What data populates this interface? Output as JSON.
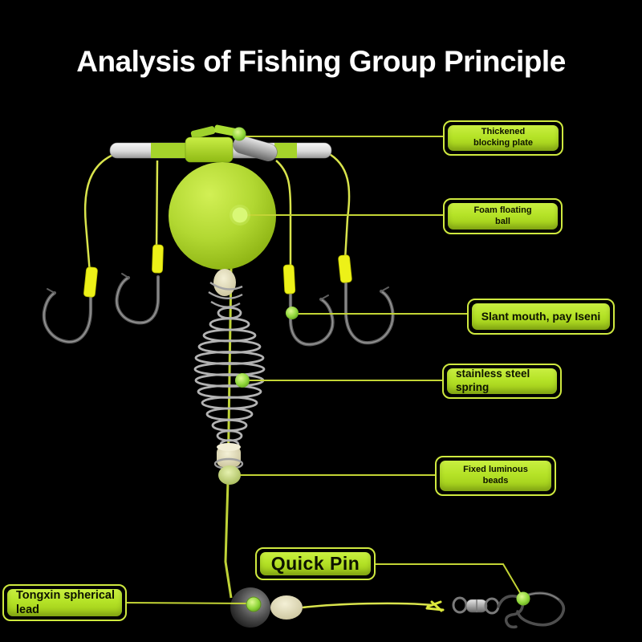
{
  "title": "Analysis of Fishing Group Principle",
  "labels": {
    "thickened_plate": {
      "line1": "Thickened",
      "line2": "blocking plate"
    },
    "foam_ball": {
      "line1": "Foam floating",
      "line2": "ball"
    },
    "slant_mouth": {
      "text": "Slant mouth, pay Iseni"
    },
    "spring": {
      "line1": "stainless steel",
      "line2": "spring"
    },
    "luminous_beads": {
      "line1": "Fixed luminous",
      "line2": "beads"
    },
    "quick_pin": {
      "text": "Quick Pin"
    },
    "lead": {
      "line1": "Tongxin spherical",
      "line2": "lead"
    }
  },
  "colors": {
    "background": "#000000",
    "title_text": "#ffffff",
    "label_fill": "#b5e327",
    "label_border": "#cfe93f",
    "label_text": "#0d1200",
    "connector_line": "#c3d435",
    "fishing_line": "#d9e44c",
    "crimp_yellow": "#edf118",
    "hook_metal": "#5f5f5f",
    "spring_metal": "#b3b3b3",
    "glow_dot": "#8fd63a"
  },
  "icons": {
    "connector_dot": "glowing-green-dot",
    "hook": "fishing-hook",
    "swivel": "barrel-swivel",
    "snap": "quick-pin-snap"
  }
}
